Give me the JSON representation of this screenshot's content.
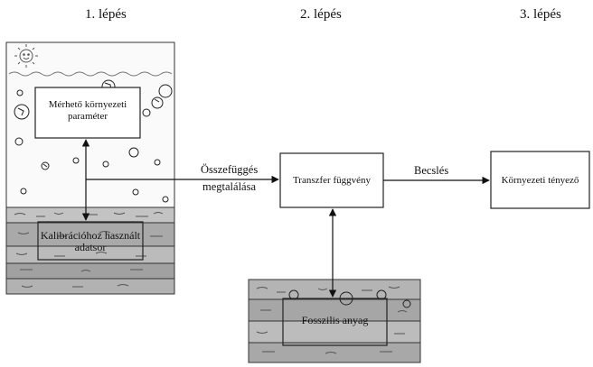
{
  "steps": [
    "1. lépés",
    "2. lépés",
    "3. lépés"
  ],
  "nodes": {
    "measurable": "Mérhető környezeti paraméter",
    "calibration": "Kalibrációhoz használt adatsor",
    "transfer": "Transzfer függvény",
    "environmental": "Környezeti tényező",
    "fossil": "Fosszilis anyag"
  },
  "edges": {
    "correlation_line1": "Összefüggés",
    "correlation_line2": "megtalálása",
    "estimation": "Becslés"
  },
  "icons": [
    "sun-icon",
    "particle-icons",
    "sediment-layers"
  ]
}
